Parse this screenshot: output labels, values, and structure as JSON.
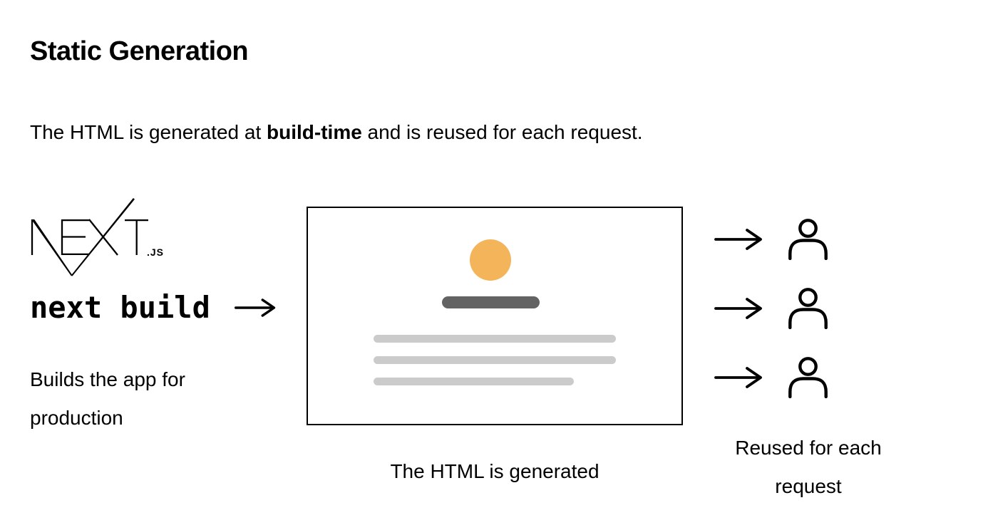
{
  "heading": {
    "title": "Static Generation"
  },
  "intro": {
    "text_before": "The HTML is generated at ",
    "text_bold": "build-time",
    "text_after": " and is reused for each request."
  },
  "build_step": {
    "logo_label": "NEXT",
    "logo_suffix": ".JS",
    "command": "next build",
    "description": "Builds the app for production"
  },
  "html_box": {
    "caption": "The HTML is generated",
    "circle_color": "#F4B45A",
    "title_bar_color": "#636363",
    "text_bar_color": "#CBCBCB",
    "border_color": "#000000",
    "text_bar_count": 3
  },
  "requests": {
    "caption": "Reused for each request",
    "count": 3
  },
  "colors": {
    "background": "#FFFFFF",
    "text": "#000000"
  }
}
